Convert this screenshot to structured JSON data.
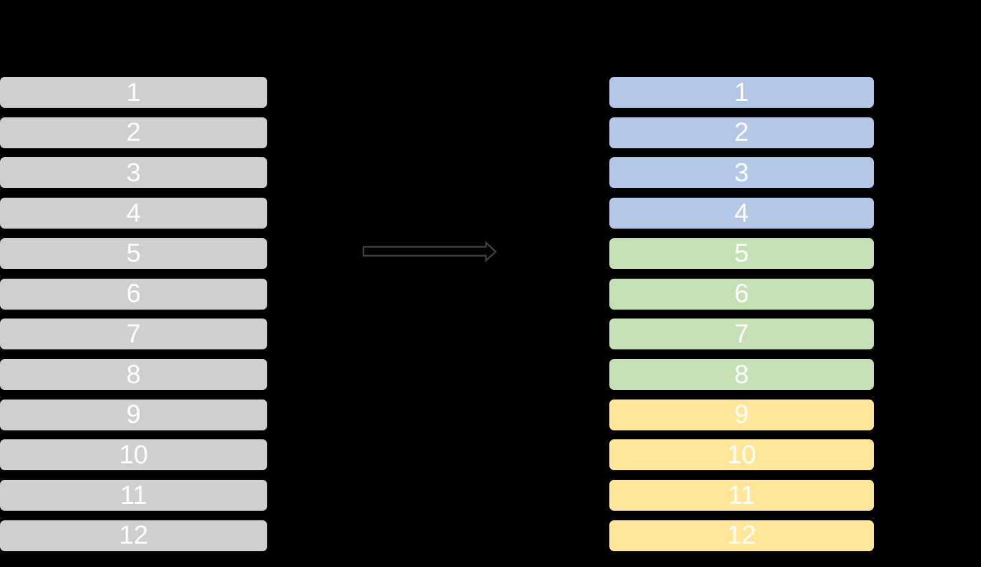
{
  "colors": {
    "background": "#000000",
    "source_bar": "#d0cece",
    "bar_text": "#ffffff",
    "arrow_stroke": "#404040",
    "group_blue": "#b4c7e7",
    "group_green": "#c5e0b4",
    "group_yellow": "#ffe699"
  },
  "source_column": {
    "items": [
      {
        "label": "1"
      },
      {
        "label": "2"
      },
      {
        "label": "3"
      },
      {
        "label": "4"
      },
      {
        "label": "5"
      },
      {
        "label": "6"
      },
      {
        "label": "7"
      },
      {
        "label": "8"
      },
      {
        "label": "9"
      },
      {
        "label": "10"
      },
      {
        "label": "11"
      },
      {
        "label": "12"
      }
    ]
  },
  "result_column": {
    "items": [
      {
        "label": "1",
        "color": "#b4c7e7"
      },
      {
        "label": "2",
        "color": "#b4c7e7"
      },
      {
        "label": "3",
        "color": "#b4c7e7"
      },
      {
        "label": "4",
        "color": "#b4c7e7"
      },
      {
        "label": "5",
        "color": "#c5e0b4"
      },
      {
        "label": "6",
        "color": "#c5e0b4"
      },
      {
        "label": "7",
        "color": "#c5e0b4"
      },
      {
        "label": "8",
        "color": "#c5e0b4"
      },
      {
        "label": "9",
        "color": "#ffe699"
      },
      {
        "label": "10",
        "color": "#ffe699"
      },
      {
        "label": "11",
        "color": "#ffe699"
      },
      {
        "label": "12",
        "color": "#ffe699"
      }
    ]
  },
  "arrow": {
    "direction": "right"
  }
}
